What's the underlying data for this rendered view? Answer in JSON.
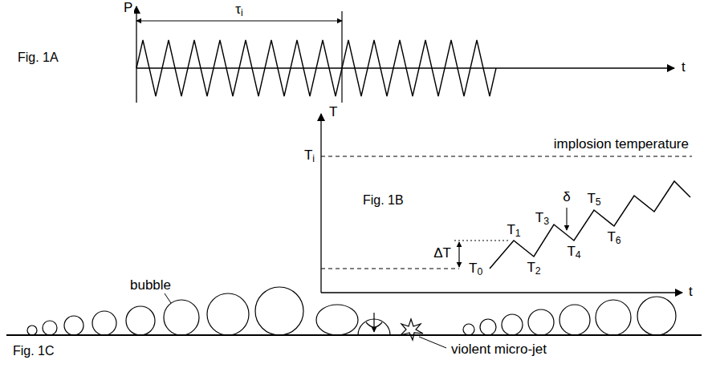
{
  "diagram": {
    "labels": [
      "P",
      "τi",
      "Fig. 1A",
      "t",
      "T",
      "Ti",
      "implosion temperature",
      "Fig. 1B",
      "T5",
      "T3",
      "δ",
      "T1",
      "T4",
      "T6",
      "ΔT",
      "T0",
      "T2",
      "t",
      "bubble",
      "Fig. 1C",
      "violent micro-jet"
    ]
  }
}
